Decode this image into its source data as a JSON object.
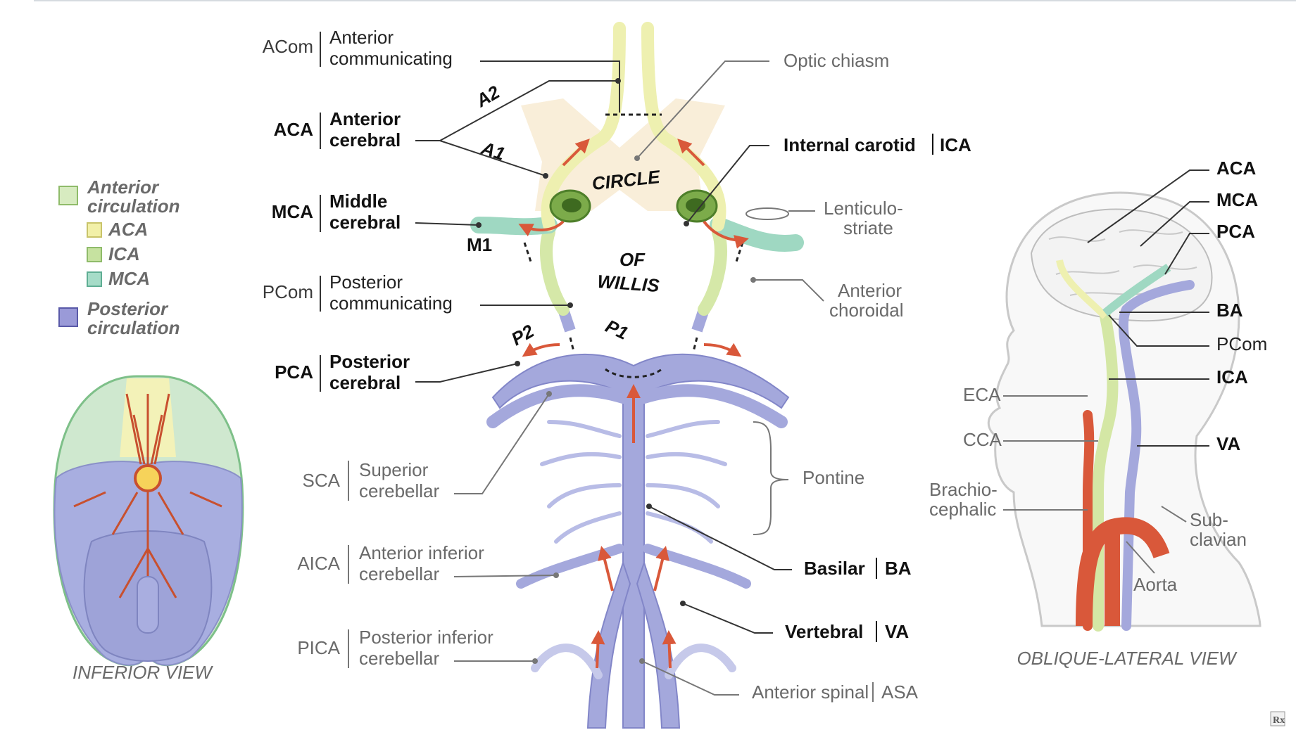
{
  "legend": {
    "anterior": "Anterior circulation",
    "anterior_l1": "Anterior",
    "anterior_l2": "circulation",
    "aca": "ACA",
    "ica": "ICA",
    "mca": "MCA",
    "posterior_l1": "Posterior",
    "posterior_l2": "circulation",
    "colors": {
      "anterior": "#d7ebc0",
      "aca": "#f2f0a8",
      "ica": "#c6e2a0",
      "mca": "#a6dcc8",
      "posterior": "#9a9ad8"
    }
  },
  "views": {
    "inferior": "INFERIOR VIEW",
    "oblique": "OBLIQUE-LATERAL VIEW"
  },
  "circle": {
    "word1": "CIRCLE",
    "word2": "OF",
    "word3": "WILLIS",
    "seg_a2": "A2",
    "seg_a1": "A1",
    "seg_m1": "M1",
    "seg_p2": "P2",
    "seg_p1": "P1"
  },
  "left_labels": [
    {
      "abbr": "ACom",
      "name1": "Anterior",
      "name2": "communicating",
      "bold": false
    },
    {
      "abbr": "ACA",
      "name1": "Anterior",
      "name2": "cerebral",
      "bold": true
    },
    {
      "abbr": "MCA",
      "name1": "Middle",
      "name2": "cerebral",
      "bold": true
    },
    {
      "abbr": "PCom",
      "name1": "Posterior",
      "name2": "communicating",
      "bold": false
    },
    {
      "abbr": "PCA",
      "name1": "Posterior",
      "name2": "cerebral",
      "bold": true
    },
    {
      "abbr": "SCA",
      "name1": "Superior",
      "name2": "cerebellar",
      "bold": false
    },
    {
      "abbr": "AICA",
      "name1": "Anterior inferior",
      "name2": "cerebellar",
      "bold": false
    },
    {
      "abbr": "PICA",
      "name1": "Posterior inferior",
      "name2": "cerebellar",
      "bold": false
    }
  ],
  "right_labels": {
    "optic_chiasm": "Optic chiasm",
    "internal_carotid": "Internal carotid",
    "ica": "ICA",
    "lenticulo1": "Lenticulo-",
    "lenticulo2": "striate",
    "anterior_choroidal1": "Anterior",
    "anterior_choroidal2": "choroidal",
    "pontine": "Pontine",
    "basilar": "Basilar",
    "ba": "BA",
    "vertebral": "Vertebral",
    "va": "VA",
    "anterior_spinal": "Anterior spinal",
    "asa": "ASA"
  },
  "oblique_labels": {
    "aca": "ACA",
    "mca": "MCA",
    "pca": "PCA",
    "ba": "BA",
    "pcom": "PCom",
    "ica": "ICA",
    "va": "VA",
    "eca": "ECA",
    "cca": "CCA",
    "brachio1": "Brachio-",
    "brachio2": "cephalic",
    "sub1": "Sub-",
    "sub2": "clavian",
    "aorta": "Aorta"
  },
  "logo": "Rx",
  "colors": {
    "posterior": "#a4a8dc",
    "posterior_dark": "#8286c8",
    "ica": "#d5e8a8",
    "aca": "#eef0b0",
    "mca": "#9fd8c2",
    "arrow": "#d9583a",
    "optic": "#f7e9c8"
  }
}
